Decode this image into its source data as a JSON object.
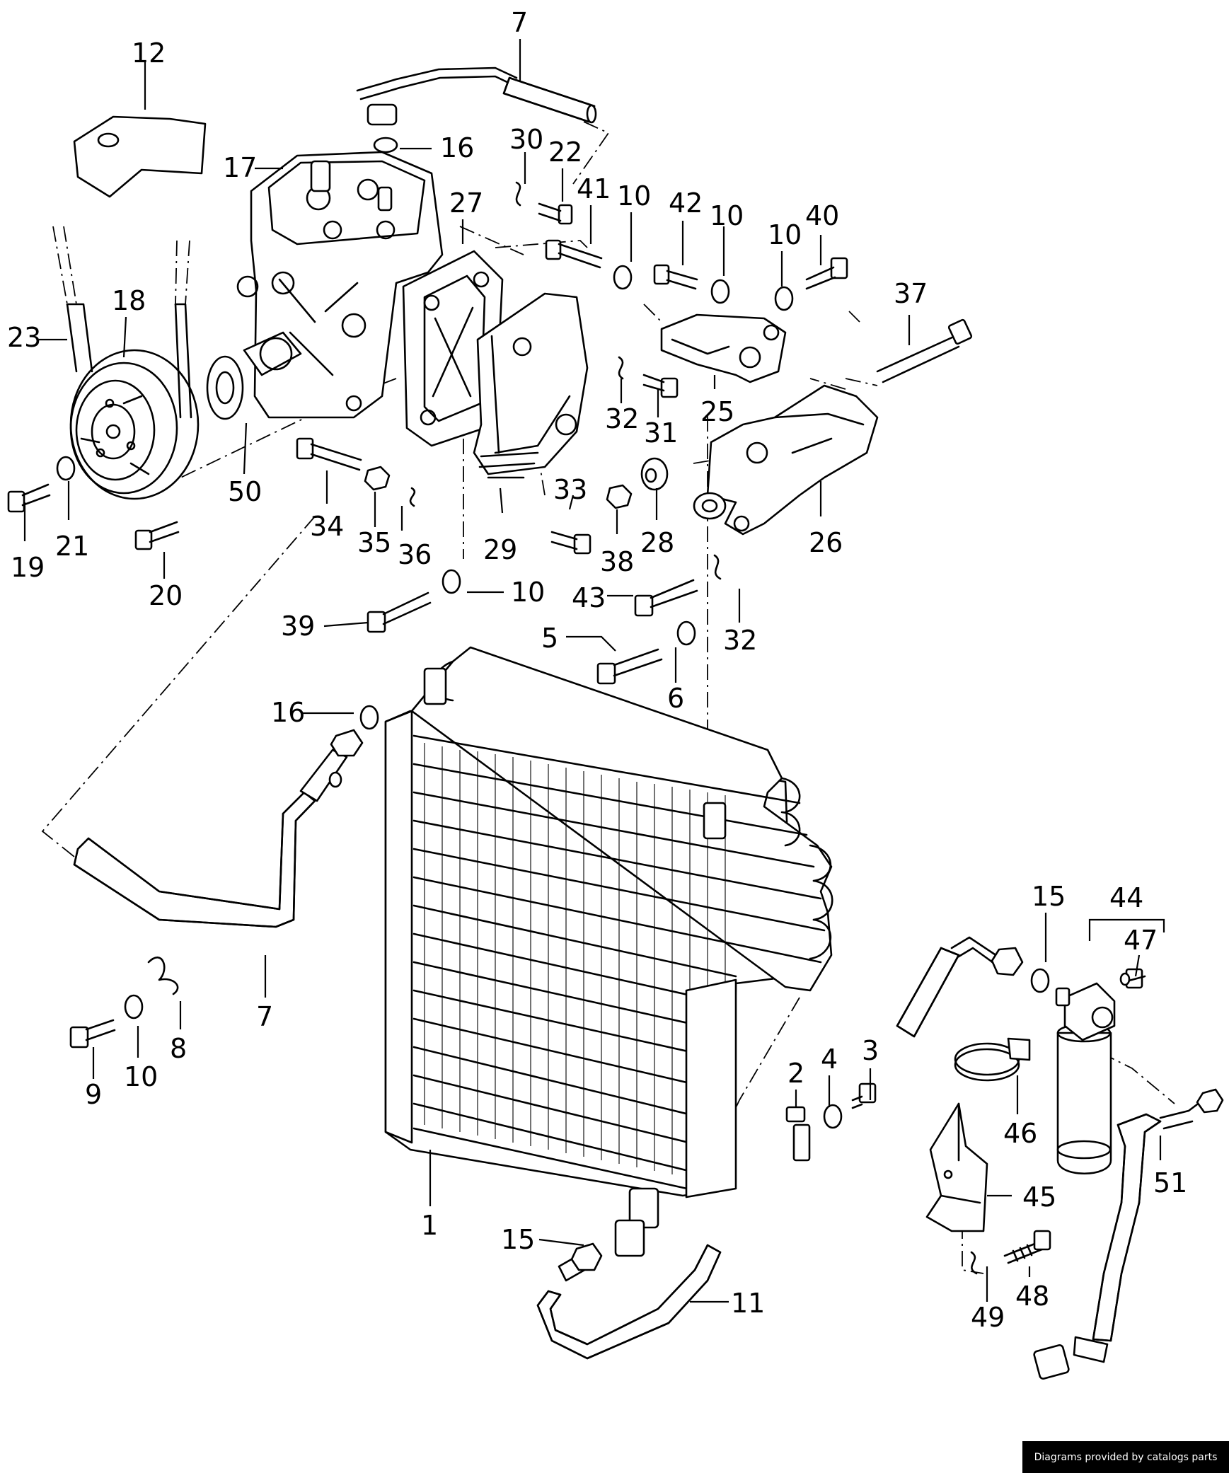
{
  "diagram": {
    "callouts": [
      "7",
      "12",
      "16",
      "30",
      "22",
      "41",
      "10",
      "42",
      "10",
      "10",
      "40",
      "17",
      "27",
      "37",
      "18",
      "23",
      "25",
      "32",
      "31",
      "50",
      "19",
      "21",
      "34",
      "35",
      "36",
      "33",
      "29",
      "38",
      "28",
      "26",
      "20",
      "10",
      "43",
      "32",
      "39",
      "5",
      "6",
      "16",
      "15",
      "44",
      "47",
      "7",
      "8",
      "10",
      "9",
      "4",
      "3",
      "2",
      "46",
      "45",
      "51",
      "1",
      "15",
      "11",
      "48",
      "49"
    ]
  },
  "credit": "Diagrams provided by catalogs parts"
}
